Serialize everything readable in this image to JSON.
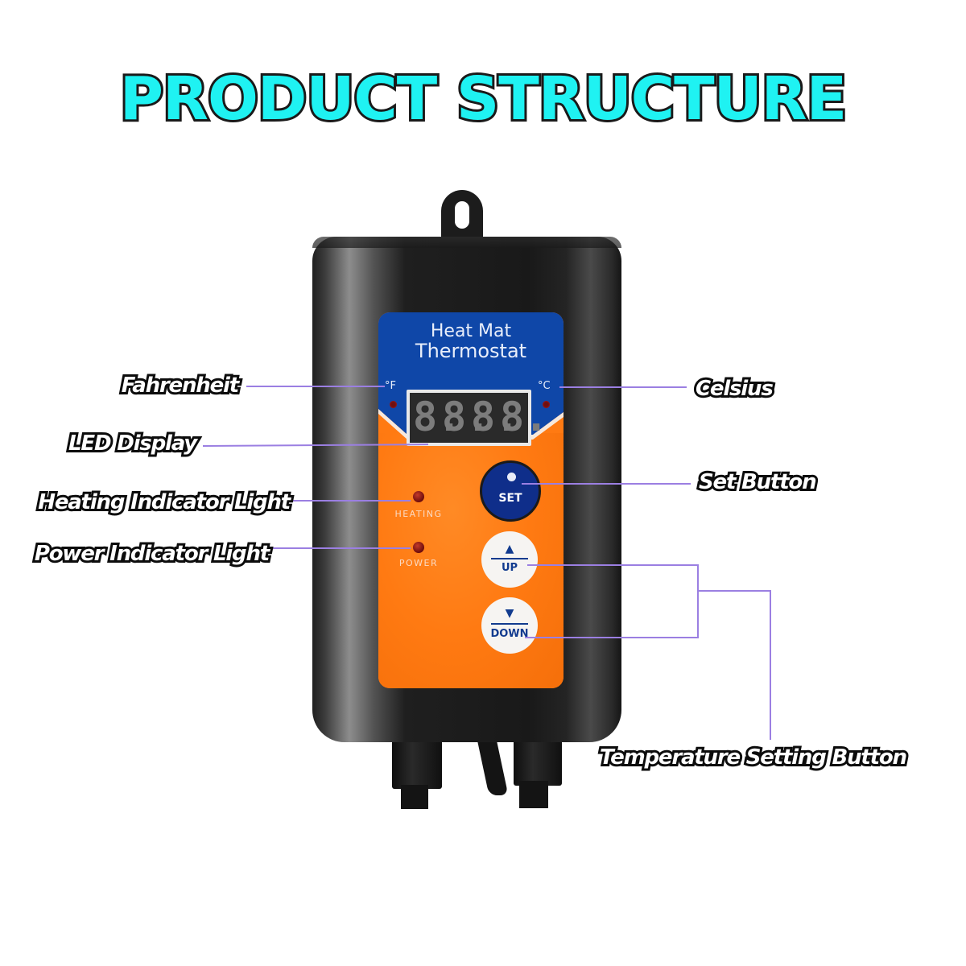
{
  "title": "PRODUCT STRUCTURE",
  "device": {
    "panel_title_line1": "Heat Mat",
    "panel_title_line2": "Thermostat",
    "unit_fahrenheit": "°F",
    "unit_celsius": "°C",
    "display_digits": [
      "8.",
      "8.",
      "8.",
      "8."
    ],
    "indicators": [
      {
        "label": "HEATING"
      },
      {
        "label": "POWER"
      }
    ],
    "buttons": {
      "set": "SET",
      "up": "UP",
      "up_icon": "▲",
      "down": "DOWN",
      "down_icon": "▼"
    }
  },
  "callouts": {
    "fahrenheit": "Fahrenheit",
    "led_display": "LED Display",
    "heating_indicator": "Heating Indicator Light",
    "power_indicator": "Power Indicator Light",
    "celsius": "Celsius",
    "set_button": "Set Button",
    "temperature_setting_button": "Temperature Setting Button"
  },
  "colors": {
    "title_fill": "#1ff2f2",
    "callout_line": "#9b7fe2",
    "panel_blue": "#0f47a8",
    "panel_orange": "#ff7a12",
    "housing": "#1c1c1c"
  }
}
